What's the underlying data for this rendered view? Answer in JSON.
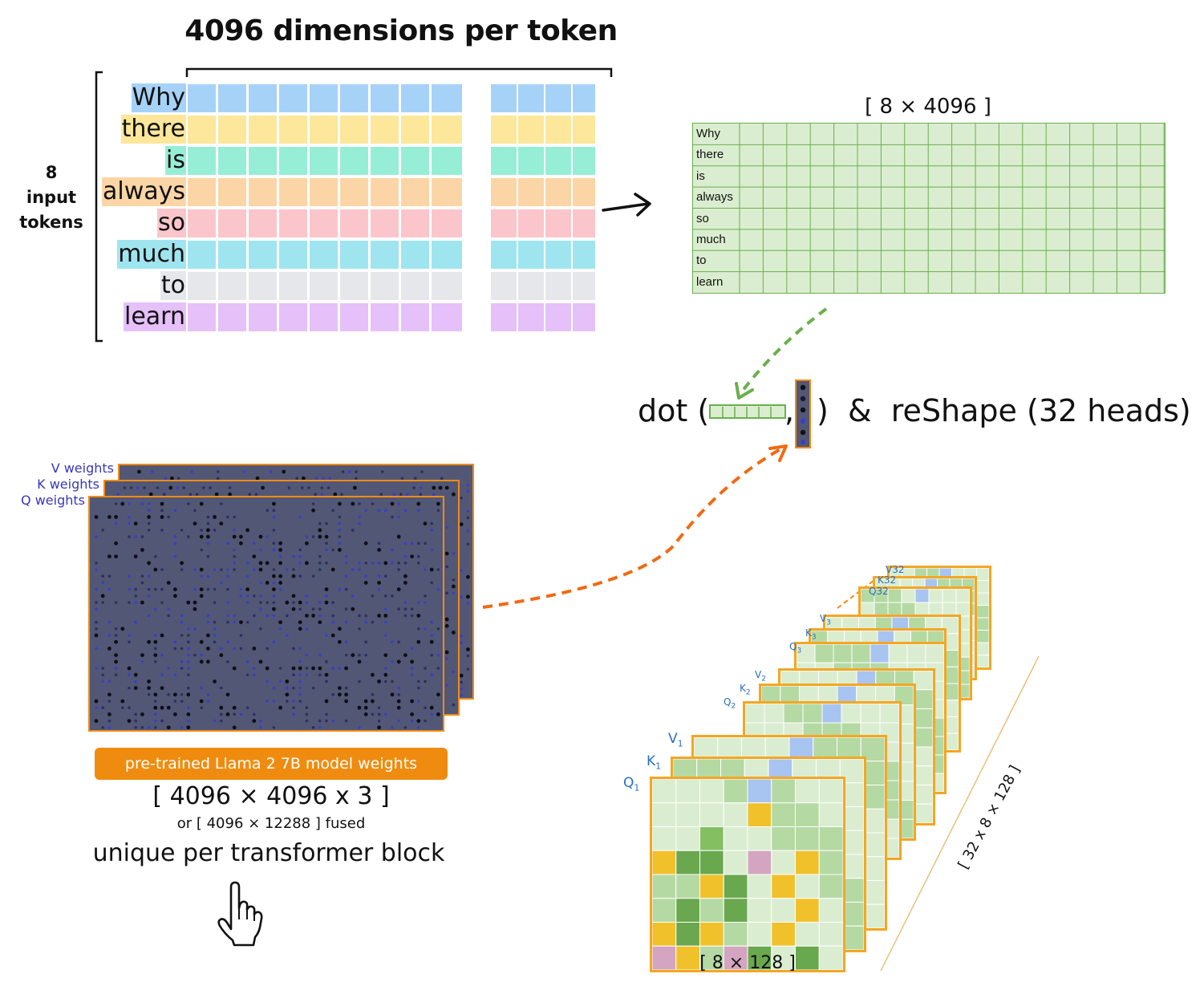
{
  "title": "4096 dimensions per token",
  "tokens_label": [
    "8",
    "input",
    "tokens"
  ],
  "tokens": [
    {
      "text": "Why",
      "color": "#a6d2f8"
    },
    {
      "text": "there",
      "color": "#fce79a"
    },
    {
      "text": "is",
      "color": "#96eed6"
    },
    {
      "text": "always",
      "color": "#fcd5a6"
    },
    {
      "text": "so",
      "color": "#fbc5cc"
    },
    {
      "text": "much",
      "color": "#9fe5f0"
    },
    {
      "text": "to",
      "color": "#e6e7ea"
    },
    {
      "text": "learn",
      "color": "#e6c0f8"
    }
  ],
  "matrix": {
    "label": "[ 8 × 4096 ]",
    "rows": [
      "Why",
      "there",
      "is",
      "always",
      "so",
      "much",
      "to",
      "learn"
    ],
    "fill": "#dbedd0",
    "border": "#6ab04c"
  },
  "operation": {
    "prefix": "dot (",
    "comma": ",",
    "suffix": ")  &  reShape (32 heads)"
  },
  "weights": {
    "layers": [
      "V weights",
      "K weights",
      "Q weights"
    ],
    "fill": "#525775",
    "border": "#f28b13",
    "caption": "pre-trained Llama 2 7B model weights",
    "dims": "[ 4096 × 4096 x 3 ]",
    "fused": "or [ 4096 × 12288 ] fused",
    "note": "unique per transformer block"
  },
  "heads": {
    "front_labels": [
      "V",
      "K",
      "Q"
    ],
    "front_sub": "1",
    "groups": [
      {
        "labels": [
          "V32",
          "K32",
          "Q32"
        ]
      },
      {
        "labels": [
          "V",
          "K",
          "Q"
        ],
        "sub": "3"
      },
      {
        "labels": [
          "V",
          "K",
          "Q"
        ],
        "sub": "2"
      }
    ],
    "bottom_label": "[ 8 × 128 ]",
    "diag_label": "[ 32 x 8 × 128 ]"
  },
  "colors": {
    "arrow_green": "#6ab04c",
    "arrow_orange": "#f06a14",
    "head_border": "#f5a623",
    "head_label": "#2a6fc2"
  }
}
